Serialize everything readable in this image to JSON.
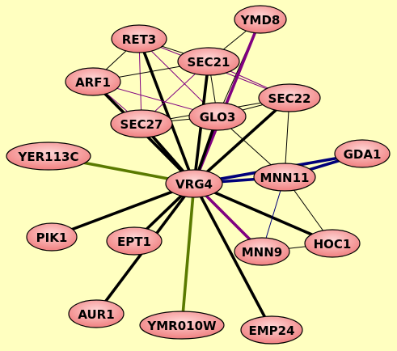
{
  "colors": {
    "background": "#ffffc0",
    "node_fill_inner": "#ffd6d6",
    "node_fill_outer": "#f08080",
    "node_stroke": "#000000",
    "edge_black": "#000000",
    "edge_purple": "#800080",
    "edge_olive": "#5a7a00",
    "edge_navy": "#00007a"
  },
  "nodes": [
    {
      "id": "RET3",
      "label": "RET3"
    },
    {
      "id": "YMD8",
      "label": "YMD8"
    },
    {
      "id": "SEC21",
      "label": "SEC21"
    },
    {
      "id": "ARF1",
      "label": "ARF1"
    },
    {
      "id": "SEC22",
      "label": "SEC22"
    },
    {
      "id": "GLO3",
      "label": "GLO3"
    },
    {
      "id": "SEC27",
      "label": "SEC27"
    },
    {
      "id": "YER113C",
      "label": "YER113C"
    },
    {
      "id": "GDA1",
      "label": "GDA1"
    },
    {
      "id": "VRG4",
      "label": "VRG4"
    },
    {
      "id": "MNN11",
      "label": "MNN11"
    },
    {
      "id": "PIK1",
      "label": "PIK1"
    },
    {
      "id": "EPT1",
      "label": "EPT1"
    },
    {
      "id": "MNN9",
      "label": "MNN9"
    },
    {
      "id": "HOC1",
      "label": "HOC1"
    },
    {
      "id": "AUR1",
      "label": "AUR1"
    },
    {
      "id": "YMR010W",
      "label": "YMR010W"
    },
    {
      "id": "EMP24",
      "label": "EMP24"
    }
  ],
  "edges": [
    {
      "from": "RET3",
      "to": "SEC21",
      "style": "thin-black"
    },
    {
      "from": "RET3",
      "to": "ARF1",
      "style": "thin-black"
    },
    {
      "from": "RET3",
      "to": "SEC27",
      "style": "thin-purple"
    },
    {
      "from": "RET3",
      "to": "GLO3",
      "style": "thin-purple"
    },
    {
      "from": "RET3",
      "to": "SEC22",
      "style": "thin-purple"
    },
    {
      "from": "RET3",
      "to": "VRG4",
      "style": "thick-black"
    },
    {
      "from": "YMD8",
      "to": "SEC21",
      "style": "thin-black"
    },
    {
      "from": "YMD8",
      "to": "GLO3",
      "style": "thin-black"
    },
    {
      "from": "YMD8",
      "to": "VRG4",
      "style": "thick-purple"
    },
    {
      "from": "SEC21",
      "to": "ARF1",
      "style": "thin-black"
    },
    {
      "from": "SEC21",
      "to": "SEC27",
      "style": "thin-purple"
    },
    {
      "from": "SEC21",
      "to": "SEC22",
      "style": "thin-purple"
    },
    {
      "from": "SEC21",
      "to": "GLO3",
      "style": "thin-black"
    },
    {
      "from": "SEC21",
      "to": "VRG4",
      "style": "thick-black"
    },
    {
      "from": "ARF1",
      "to": "SEC27",
      "style": "thin-purple"
    },
    {
      "from": "ARF1",
      "to": "GLO3",
      "style": "thin-purple"
    },
    {
      "from": "ARF1",
      "to": "VRG4",
      "style": "thick-black"
    },
    {
      "from": "SEC22",
      "to": "GLO3",
      "style": "thin-black"
    },
    {
      "from": "SEC22",
      "to": "SEC27",
      "style": "thin-black"
    },
    {
      "from": "SEC22",
      "to": "MNN11",
      "style": "thin-black"
    },
    {
      "from": "SEC22",
      "to": "VRG4",
      "style": "thick-black"
    },
    {
      "from": "GLO3",
      "to": "SEC27",
      "style": "thin-black"
    },
    {
      "from": "GLO3",
      "to": "MNN11",
      "style": "thin-black"
    },
    {
      "from": "GLO3",
      "to": "VRG4",
      "style": "thick-black"
    },
    {
      "from": "SEC27",
      "to": "VRG4",
      "style": "thick-black"
    },
    {
      "from": "YER113C",
      "to": "VRG4",
      "style": "thick-olive"
    },
    {
      "from": "GDA1",
      "to": "VRG4",
      "style": "thick-navy"
    },
    {
      "from": "GDA1",
      "to": "MNN11",
      "style": "thick-navy"
    },
    {
      "from": "VRG4",
      "to": "MNN11",
      "style": "thick-navy"
    },
    {
      "from": "VRG4",
      "to": "MNN9",
      "style": "thick-purple"
    },
    {
      "from": "VRG4",
      "to": "HOC1",
      "style": "thick-black"
    },
    {
      "from": "VRG4",
      "to": "PIK1",
      "style": "thick-black"
    },
    {
      "from": "VRG4",
      "to": "EPT1",
      "style": "thick-black"
    },
    {
      "from": "VRG4",
      "to": "AUR1",
      "style": "thick-black"
    },
    {
      "from": "VRG4",
      "to": "YMR010W",
      "style": "thick-olive"
    },
    {
      "from": "VRG4",
      "to": "EMP24",
      "style": "thick-black"
    },
    {
      "from": "MNN11",
      "to": "MNN9",
      "style": "thin-navy"
    },
    {
      "from": "MNN11",
      "to": "HOC1",
      "style": "thin-black"
    },
    {
      "from": "MNN9",
      "to": "HOC1",
      "style": "thin-black"
    }
  ]
}
